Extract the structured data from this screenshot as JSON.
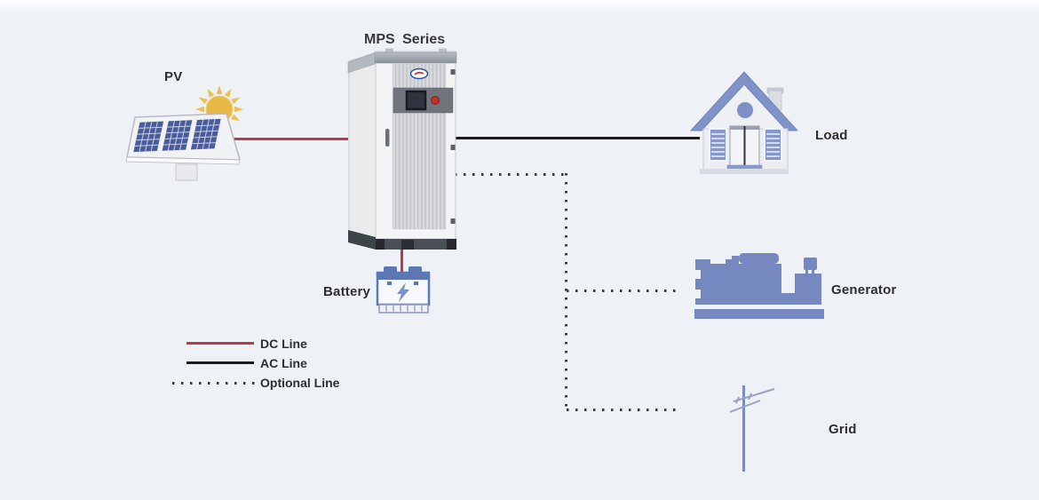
{
  "title": "MPS Series",
  "nodes": {
    "pv": {
      "label": "PV"
    },
    "load": {
      "label": "Load"
    },
    "generator": {
      "label": "Generator"
    },
    "grid": {
      "label": "Grid"
    },
    "battery": {
      "label": "Battery"
    }
  },
  "legend": {
    "items": [
      {
        "label": "DC Line",
        "style": "solid",
        "color": "#b93a4e"
      },
      {
        "label": "AC Line",
        "style": "solid",
        "color": "#1b1b1b"
      },
      {
        "label": "Optional Line",
        "style": "dotted",
        "color": "#3b3b3b"
      }
    ]
  },
  "connections": [
    {
      "from": "PV",
      "to": "MPS Series inverter",
      "line": "DC Line"
    },
    {
      "from": "MPS Series inverter",
      "to": "Load",
      "line": "AC Line"
    },
    {
      "from": "MPS Series inverter",
      "to": "Battery",
      "line": "DC Line"
    },
    {
      "from": "MPS Series inverter",
      "to": "Generator",
      "line": "Optional Line"
    },
    {
      "from": "MPS Series inverter",
      "to": "Grid",
      "line": "Optional Line"
    }
  ],
  "colors": {
    "background": "#eef1f6",
    "dc_line": "#b93a4e",
    "ac_line": "#1b1b1b",
    "optional_line": "#3b3b3b",
    "roof_blue": "#8093c8",
    "generator_blue": "#7588bf",
    "pv_cell_blue": "#4a5c9c",
    "sun_yellow": "#e9b947",
    "battery_blue": "#5d77b5"
  }
}
